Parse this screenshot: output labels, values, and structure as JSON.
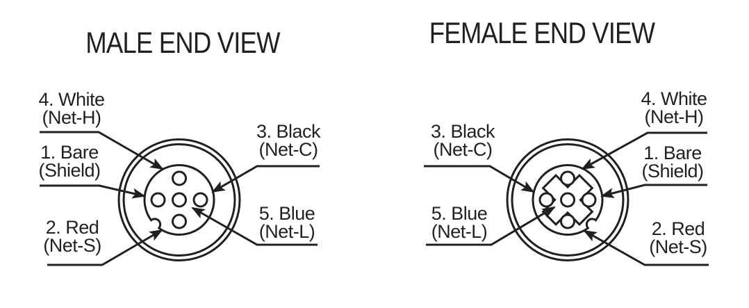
{
  "male": {
    "title": "MALE END VIEW",
    "labels": [
      {
        "id": "pin4",
        "line1": "4. White",
        "line2": "(Net-H)"
      },
      {
        "id": "pin1",
        "line1": "1. Bare",
        "line2": "(Shield)"
      },
      {
        "id": "pin2",
        "line1": "2. Red",
        "line2": "(Net-S)"
      },
      {
        "id": "pin3",
        "line1": "3. Black",
        "line2": "(Net-C)"
      },
      {
        "id": "pin5",
        "line1": "5. Blue",
        "line2": "(Net-L)"
      }
    ]
  },
  "female": {
    "title": "FEMALE END VIEW",
    "labels": [
      {
        "id": "pin3",
        "line1": "3. Black",
        "line2": "(Net-C)"
      },
      {
        "id": "pin5",
        "line1": "5. Blue",
        "line2": "(Net-L)"
      },
      {
        "id": "pin4",
        "line1": "4. White",
        "line2": "(Net-H)"
      },
      {
        "id": "pin1",
        "line1": "1. Bare",
        "line2": "(Shield)"
      },
      {
        "id": "pin2",
        "line1": "2. Red",
        "line2": "(Net-S)"
      }
    ]
  },
  "pin_count": "5",
  "colors": {
    "ink": "#231f20",
    "background": "#ffffff"
  }
}
